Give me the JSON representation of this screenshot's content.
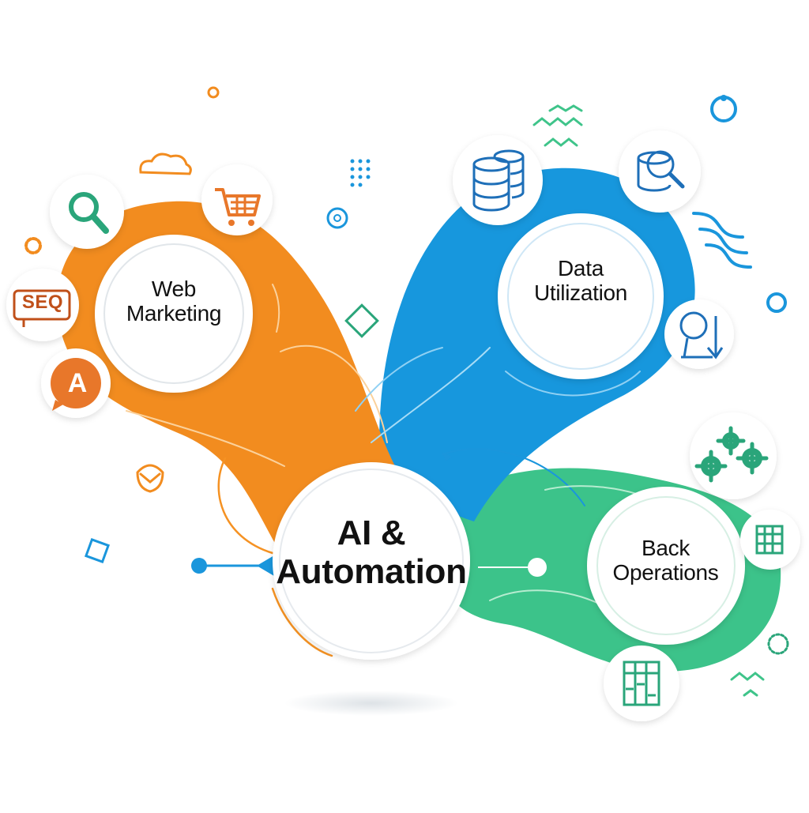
{
  "center": {
    "line1": "AI &",
    "line2": "Automation"
  },
  "nodes": {
    "web": {
      "line1": "Web",
      "line2": "Marketing",
      "color": "#f28c1f"
    },
    "data": {
      "line1": "Data",
      "line2": "Utilization",
      "color": "#1797dd"
    },
    "back": {
      "line1": "Back",
      "line2": "Operations",
      "color": "#3cc38a"
    }
  },
  "badges": {
    "seq": "SEQ",
    "a": "A"
  },
  "icons": [
    "search-icon",
    "shopping-cart-icon",
    "seq-badge-icon",
    "a-letter-badge-icon",
    "database-icon",
    "data-search-icon",
    "chart-search-icon",
    "gears-icon",
    "spreadsheet-icon",
    "kanban-board-icon"
  ]
}
